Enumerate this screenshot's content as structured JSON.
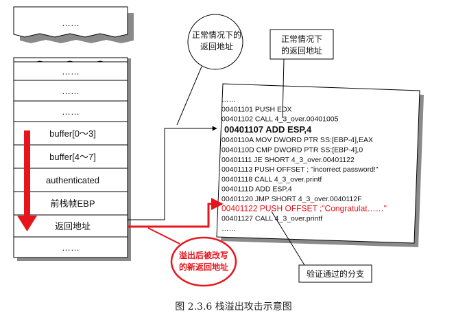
{
  "colors": {
    "red": "#e8141b",
    "line": "#000000",
    "shadow": "#8a8a8a"
  },
  "stack": {
    "top_block": "……",
    "cells": [
      "……",
      "……",
      "……",
      "buffer[0～3]",
      "buffer[4～7]",
      "authenticated",
      "前栈帧EBP",
      "返回地址",
      "……"
    ]
  },
  "callouts": {
    "normal_return_circle": [
      "正常情况下的",
      "返回地址"
    ],
    "normal_return_note": [
      "正常情况下",
      "的返回地址"
    ],
    "overflow_circle": [
      "溢出后被改写",
      "的新返回地址"
    ],
    "verify_pass": "验证通过的分支"
  },
  "code": {
    "lines": [
      "……",
      "00401101 PUSH EDX",
      "00401102 CALL 4_3_over.00401005",
      "00401107 ADD ESP,4",
      "0040110A MOV DWORD PTR SS:[EBP-4],EAX",
      "0040110D CMP DWORD PTR SS:[EBP-4],0",
      "00401111 JE SHORT 4_3_over.00401122",
      "00401113 PUSH OFFSET ; \"incorrect password!\"",
      "00401118 CALL 4_3_over.printf",
      "0040111D ADD ESP,4",
      "00401120 JMP SHORT 4_3_over.0040112F",
      "00401122 PUSH OFFSET ;\"Congratulat……\"",
      "00401127 CALL 4_3_over.printf",
      "……"
    ]
  },
  "caption": "图 2.3.6    栈溢出攻击示意图"
}
